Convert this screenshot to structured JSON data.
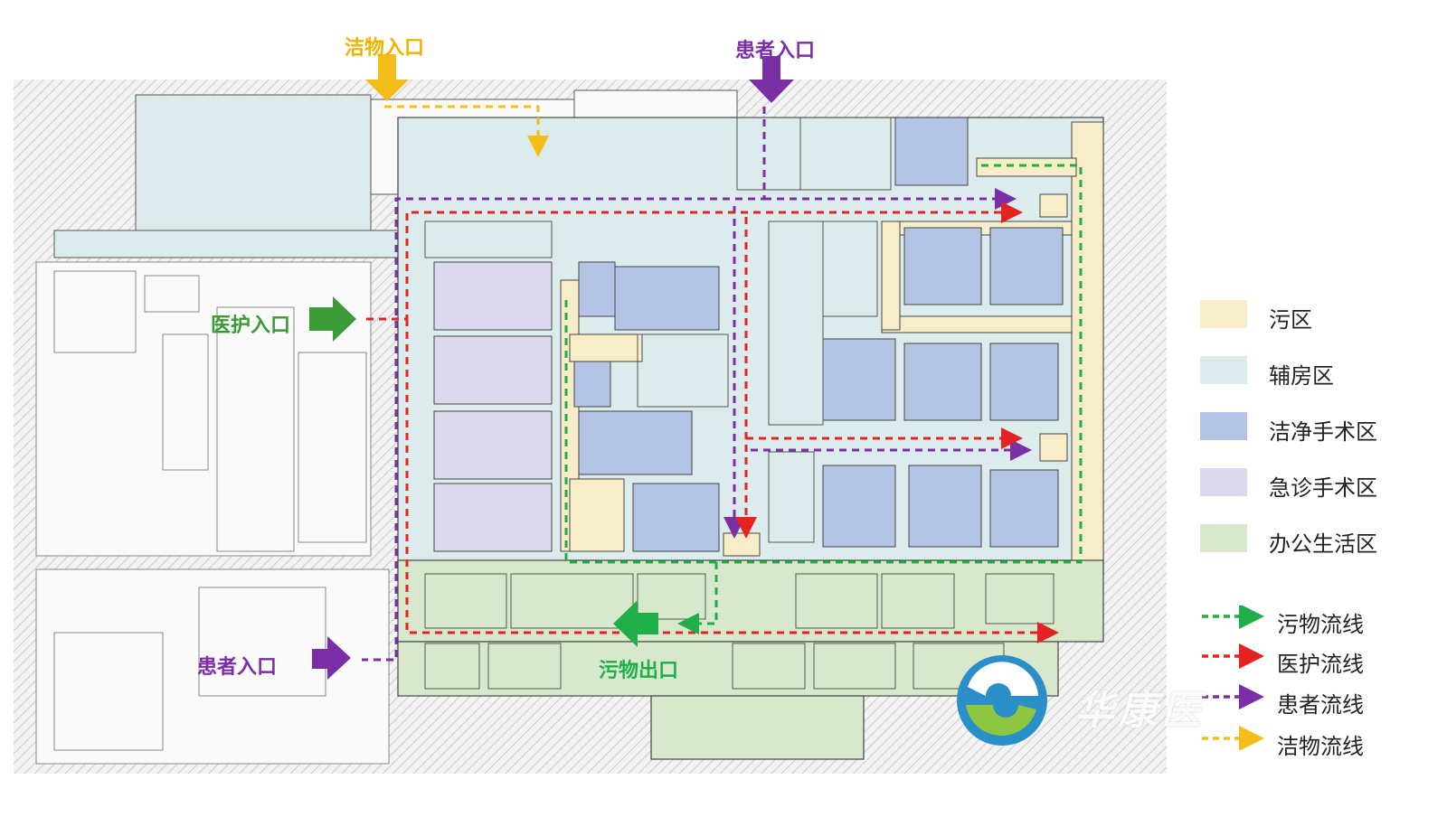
{
  "entries": {
    "clean_supply_in": "洁物入口",
    "patient_in_top": "患者入口",
    "staff_in": "医护入口",
    "patient_in_bottom": "患者入口",
    "waste_out": "污物出口"
  },
  "legend_zones": [
    {
      "label": "污区",
      "color": "#f7edc9"
    },
    {
      "label": "辅房区",
      "color": "#dcecec"
    },
    {
      "label": "洁净手术区",
      "color": "#b4c4e4"
    },
    {
      "label": "急诊手术区",
      "color": "#dcd8ee"
    },
    {
      "label": "办公生活区",
      "color": "#d7e8cc"
    }
  ],
  "legend_flows": [
    {
      "label": "污物流线",
      "color": "#1fae48"
    },
    {
      "label": "医护流线",
      "color": "#e52421"
    },
    {
      "label": "患者流线",
      "color": "#7b2fa6"
    },
    {
      "label": "洁物流线",
      "color": "#f3bd1a"
    }
  ],
  "logo": {
    "text": "华康医"
  }
}
